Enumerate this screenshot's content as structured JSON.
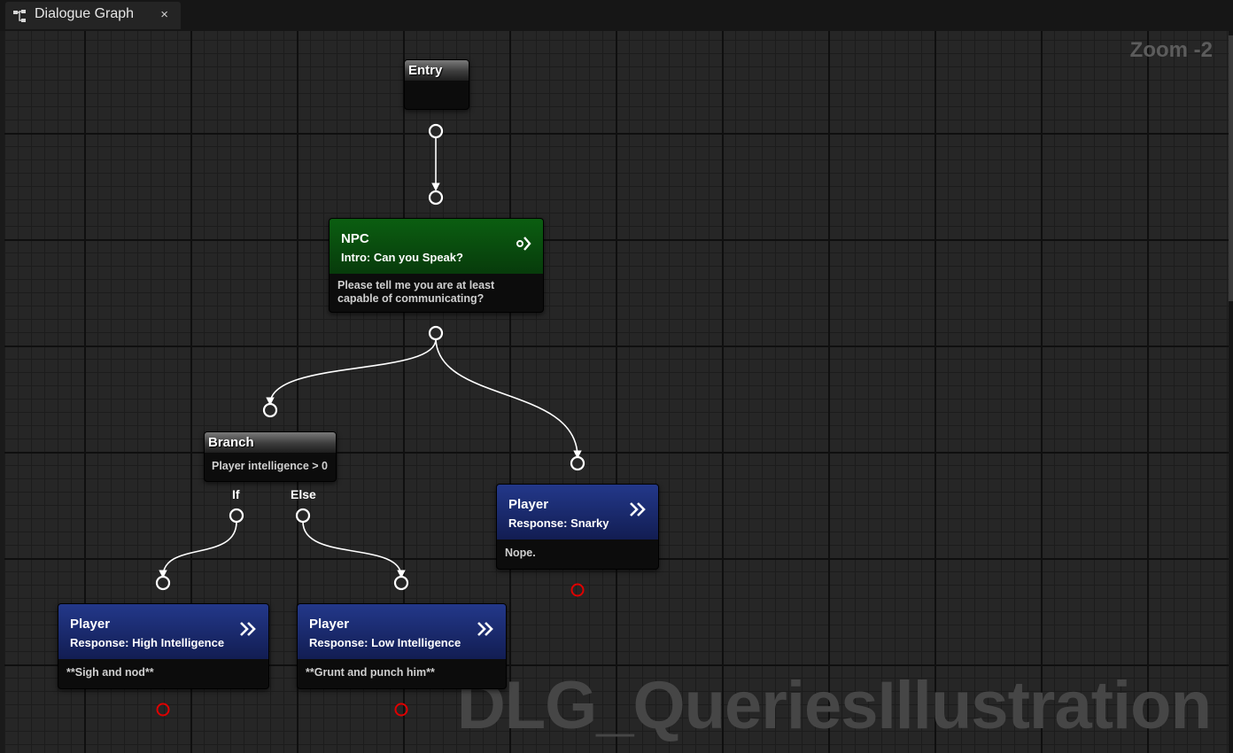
{
  "tab": {
    "title": "Dialogue Graph",
    "close": "×",
    "icon": "graph-icon"
  },
  "zoom_label": "Zoom -2",
  "asset_name": "DLG_QueriesIllustration",
  "colors": {
    "npc": "#0b5e11",
    "player": "#23388a",
    "exec_pin": "#ffffff",
    "unconnected_pin": "#e00000"
  },
  "nodes": {
    "entry": {
      "title": "Entry"
    },
    "npc": {
      "type": "NPC",
      "subtitle": "Intro: Can you Speak?",
      "text": "Please tell me you are at least capable of communicating?",
      "icon": "speech-icon"
    },
    "branch": {
      "title": "Branch",
      "condition": "Player intelligence > 0",
      "if_label": "If",
      "else_label": "Else"
    },
    "player_snarky": {
      "type": "Player",
      "subtitle": "Response: Snarky",
      "text": "Nope.",
      "icon": "double-chevron-icon"
    },
    "player_high": {
      "type": "Player",
      "subtitle": "Response: High Intelligence",
      "text": "**Sigh and nod**",
      "icon": "double-chevron-icon"
    },
    "player_low": {
      "type": "Player",
      "subtitle": "Response: Low Intelligence",
      "text": "**Grunt and punch him**",
      "icon": "double-chevron-icon"
    }
  }
}
